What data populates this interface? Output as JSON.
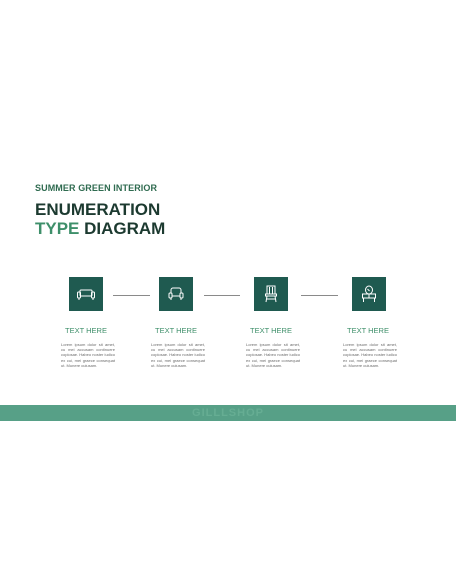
{
  "slide": {
    "subtitle": "SUMMER GREEN INTERIOR",
    "title_line1": "ENUMERATION",
    "title_accent": "TYPE",
    "title_rest": " DIAGRAM"
  },
  "steps": [
    {
      "icon": "sofa-icon",
      "label": "TEXT HERE",
      "description": "Lorem ipsum dolor sit amet, cu mei accusam continuere copiosae. Habeo noster iudico ex cui, mei graece consequat ut. Munere cuiusam."
    },
    {
      "icon": "armchair-icon",
      "label": "TEXT HERE",
      "description": "Lorem ipsum dolor sit amet, cu mei accusam continuere copiosae. Habeo noster iudico ex cui, mei graece consequat ut. Munere cuiusam."
    },
    {
      "icon": "chair-icon",
      "label": "TEXT HERE",
      "description": "Lorem ipsum dolor sit amet, cu mei accusam continuere copiosae. Habeo noster iudico ex cui, mei graece consequat ut. Munere cuiusam."
    },
    {
      "icon": "vanity-mirror-icon",
      "label": "TEXT HERE",
      "description": "Lorem ipsum dolor sit amet, cu mei accusam continuere copiosae. Habeo noster iudico ex cui, mei graece consequat ut. Munere cuiusam."
    }
  ],
  "footer": {
    "brand": "GILLLSHOP"
  },
  "colors": {
    "accent": "#3e8f6a",
    "dark": "#1c3a30",
    "icon_box": "#1f5a50",
    "band": "#57a087"
  }
}
